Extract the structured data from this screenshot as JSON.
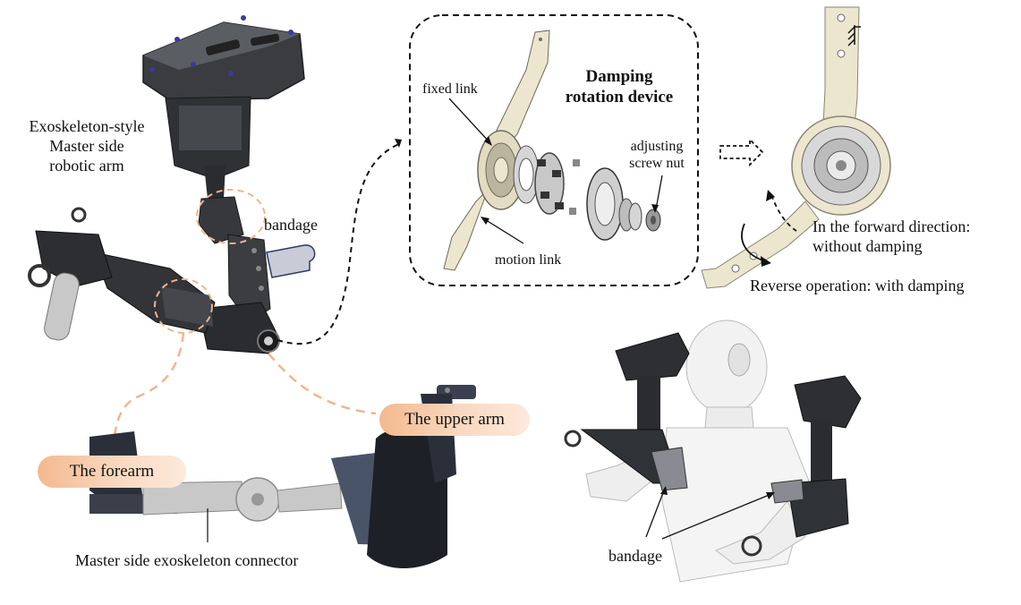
{
  "labels": {
    "master_arm": [
      "Exoskeleton-style",
      "Master side",
      "robotic arm"
    ],
    "bandage_top": "bandage",
    "damping_title": [
      "Damping",
      "rotation device"
    ],
    "fixed_link": "fixed link",
    "motion_link": "motion link",
    "adjusting_nut": [
      "adjusting",
      "screw nut"
    ],
    "forward": [
      "In the forward direction:",
      "without damping"
    ],
    "reverse": "Reverse operation: with damping",
    "upper_arm": "The upper arm",
    "forearm": "The forearm",
    "connector": "Master side exoskeleton connector",
    "bandage_bottom": "bandage"
  },
  "colors": {
    "pill_start": "#f3b98f",
    "pill_end": "#fde9dc",
    "dashed_circle": "#f0b48e",
    "arm_dark": "#2d2f33",
    "link_beige": "#ece6cf",
    "bandage_blue": "#c9cbd6"
  },
  "icons": [
    "hollow-double-arrow-icon",
    "ground-hatch-icon"
  ]
}
